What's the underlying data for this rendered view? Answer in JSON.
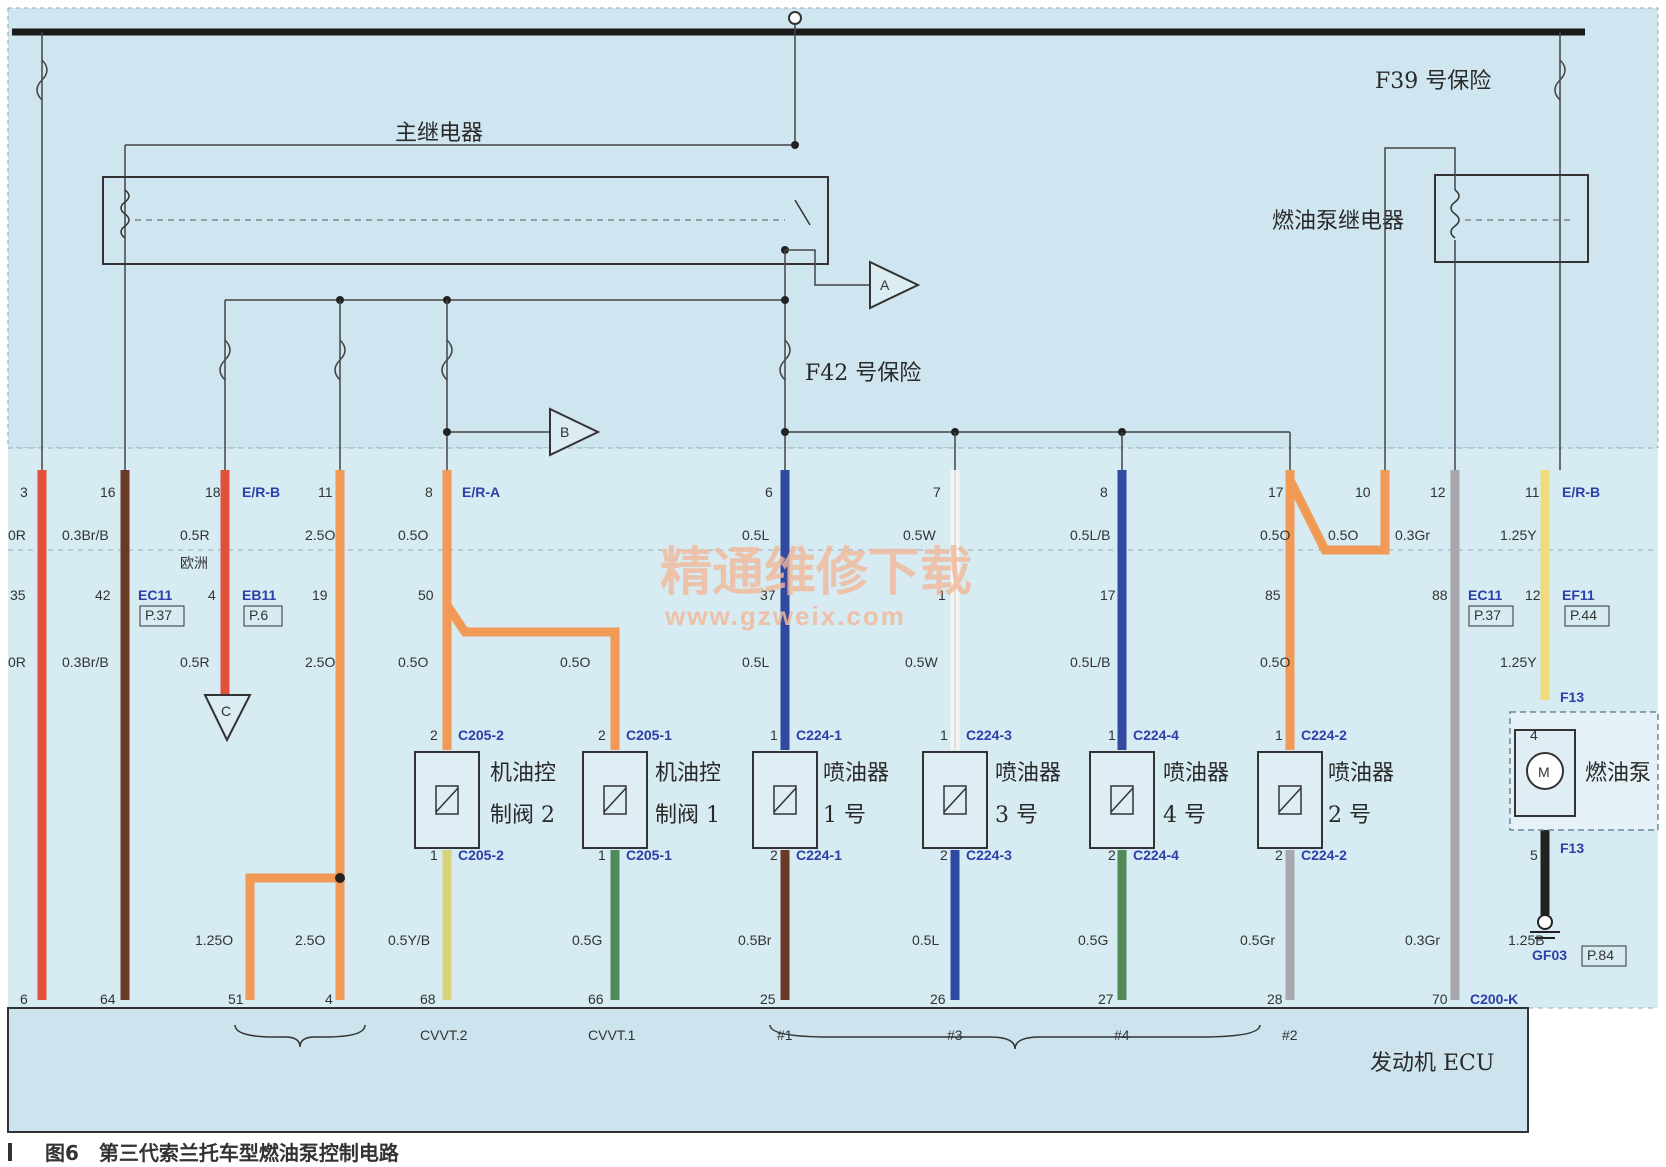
{
  "fuse_f39": "F39 号保险",
  "fuse_f42": "F42 号保险",
  "main_relay": "主继电器",
  "fuel_pump_relay": "燃油泵继电器",
  "refs": {
    "A": "A",
    "B": "B",
    "C": "C"
  },
  "connectors": {
    "er_b": "E/R-B",
    "er_a": "E/R-A",
    "er_b2": "E/R-B",
    "ec11_a": "EC11",
    "p37_a": "P.37",
    "eb11": "EB11",
    "p6": "P.6",
    "ec11_b": "EC11",
    "p37_b": "P.37",
    "ef11": "EF11",
    "p44": "P.44",
    "f13_top": "F13",
    "f13_bot": "F13",
    "gf03": "GF03",
    "p84": "P.84",
    "c205_2_top": "C205-2",
    "c205_1_top": "C205-1",
    "c224_1_top": "C224-1",
    "c224_3_top": "C224-3",
    "c224_4_top": "C224-4",
    "c224_2_top": "C224-2",
    "c205_2_bot": "C205-2",
    "c205_1_bot": "C205-1",
    "c224_1_bot": "C224-1",
    "c224_3_bot": "C224-3",
    "c224_4_bot": "C224-4",
    "c224_2_bot": "C224-2",
    "c200_k": "C200-K"
  },
  "europe_label": "欧洲",
  "pins_top": [
    "3",
    "16",
    "18",
    "11",
    "8",
    "6",
    "7",
    "8",
    "17",
    "10",
    "12",
    "11"
  ],
  "pins_mid": [
    "35",
    "42",
    "4",
    "19",
    "50",
    "37",
    "1",
    "17",
    "85",
    "88",
    "12"
  ],
  "pins_ecu": [
    "6",
    "64",
    "51",
    "4",
    "68",
    "66",
    "25",
    "26",
    "27",
    "28",
    "70"
  ],
  "pins_comp_top": [
    "2",
    "2",
    "1",
    "1",
    "1",
    "1",
    "4"
  ],
  "pins_comp_bot": [
    "1",
    "1",
    "2",
    "2",
    "2",
    "2",
    "5"
  ],
  "wires_top": [
    "0R",
    "0.3Br/B",
    "0.5R",
    "2.5O",
    "0.5O",
    "0.5L",
    "0.5W",
    "0.5L/B",
    "0.5O",
    "0.5O",
    "0.3Gr",
    "1.25Y"
  ],
  "wires_mid": [
    "0R",
    "0.3Br/B",
    "0.5R",
    "2.5O",
    "0.5O",
    "0.5O",
    "0.5L",
    "0.5W",
    "0.5L/B",
    "0.5O",
    "1.25Y"
  ],
  "wires_bot": [
    "1.25O",
    "2.5O",
    "0.5Y/B",
    "0.5G",
    "0.5Br",
    "0.5L",
    "0.5G",
    "0.5Gr",
    "0.3Gr",
    "1.25B"
  ],
  "components": {
    "valve2_line1": "机油控",
    "valve2_line2": "制阀 2",
    "valve1_line1": "机油控",
    "valve1_line2": "制阀 1",
    "inj1_line1": "喷油器",
    "inj1_line2": "1 号",
    "inj3_line1": "喷油器",
    "inj3_line2": "3 号",
    "inj4_line1": "喷油器",
    "inj4_line2": "4 号",
    "inj2_line1": "喷油器",
    "inj2_line2": "2 号",
    "fuel_pump": "燃油泵",
    "motor_symbol": "M"
  },
  "ecu_labels": [
    "CVVT.2",
    "CVVT.1",
    "#1",
    "#3",
    "#4",
    "#2"
  ],
  "ecu_name": "发动机 ECU",
  "watermark_cn": "精通维修下载",
  "watermark_url": "www.gzweix.com",
  "caption": "图6　第三代索兰托车型燃油泵控制电路",
  "colors": {
    "panel_bg": "#cfe6f0",
    "wire_red": "#e2523b",
    "wire_brown": "#6b3a26",
    "wire_orange": "#f09a55",
    "wire_blue": "#2f4aa0",
    "wire_white": "#f4f4f4",
    "wire_gray": "#a7a7ad",
    "wire_yellow": "#f0dc7a",
    "wire_yb": "#d8d27a",
    "wire_green": "#4f8a57",
    "wire_black": "#222222"
  }
}
